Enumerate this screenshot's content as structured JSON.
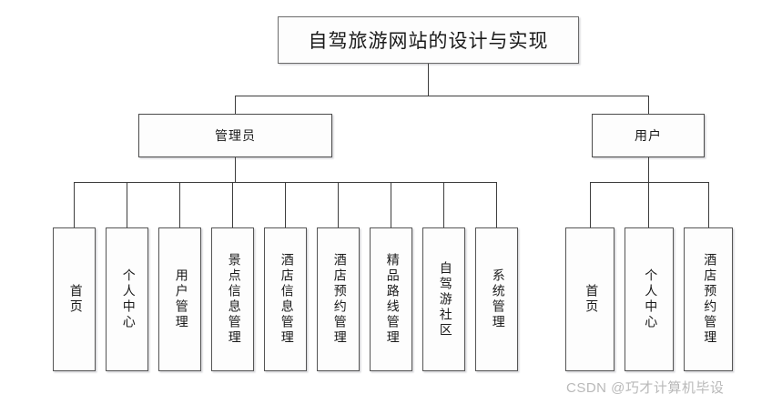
{
  "diagram": {
    "title": "自驾旅游网站的设计与实现",
    "branches": [
      {
        "label": "管理员",
        "children": [
          "首页",
          "个人中心",
          "用户管理",
          "景点信息管理",
          "酒店信息管理",
          "酒店预约管理",
          "精品路线管理",
          "自驾游社区",
          "系统管理"
        ]
      },
      {
        "label": "用户",
        "children": [
          "首页",
          "个人中心",
          "酒店预约管理"
        ]
      }
    ]
  },
  "watermark": "CSDN @巧才计算机毕设",
  "colors": {
    "background": "#ffffff",
    "box_border": "#555555",
    "box_fill": "#fdfdfd",
    "line": "#3d3d3d",
    "text": "#1a1a1a",
    "watermark": "#b9b9b9"
  }
}
